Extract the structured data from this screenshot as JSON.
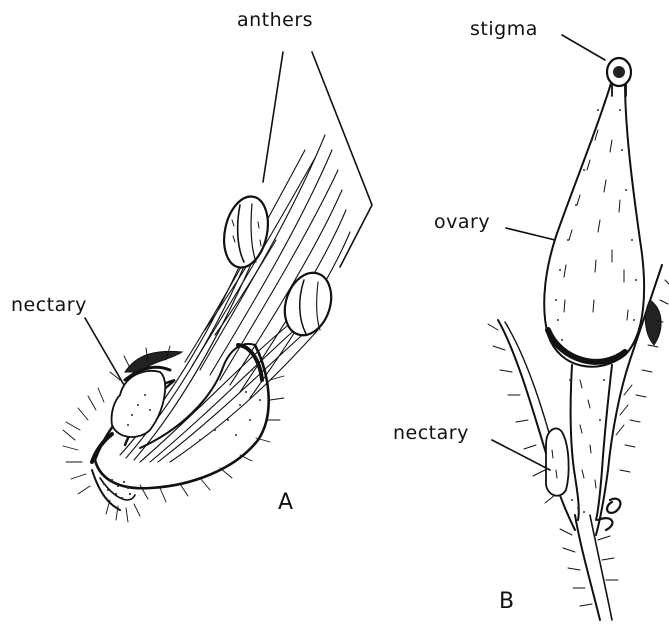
{
  "labels": {
    "anthers": "anthers",
    "stigma": "stigma",
    "ovary": "ovary",
    "nectary_a": "nectary",
    "nectary_b": "nectary"
  },
  "panels": {
    "a": "A",
    "b": "B"
  }
}
